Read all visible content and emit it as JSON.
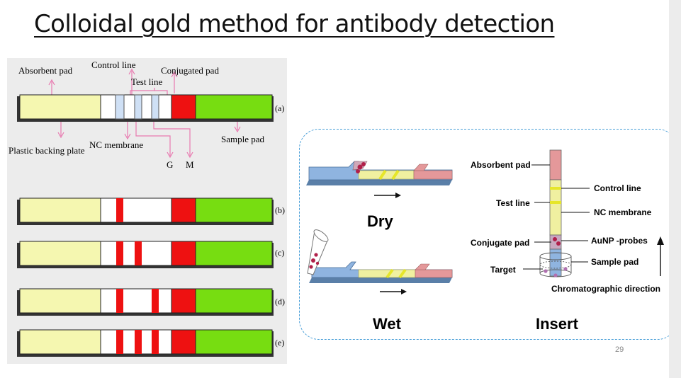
{
  "slide": {
    "title": "Colloidal gold method for antibody detection",
    "page_number": "29"
  },
  "left_diagram": {
    "labels": {
      "absorbent_pad": "Absorbent pad",
      "control_line": "Control line",
      "test_line": "Test line",
      "conjugated_pad": "Conjugated pad",
      "plastic_backing_plate": "Plastic backing plate",
      "nc_membrane": "NC membrane",
      "sample_pad": "Sample pad",
      "g": "G",
      "m": "M"
    },
    "strip_tags": [
      "(a)",
      "(b)",
      "(c)",
      "(d)",
      "(e)"
    ],
    "colors": {
      "absorbent": "#f5f7b0",
      "conjugate": "#ee1111",
      "sample": "#77dd11",
      "line_blue": "#cfe0f5",
      "line_red": "#ee1111",
      "pointer": "#e87ab0"
    }
  },
  "right_diagram": {
    "captions": {
      "dry": "Dry",
      "wet": "Wet",
      "insert": "Insert"
    },
    "labels": {
      "absorbent_pad": "Absorbent pad",
      "control_line": "Control line",
      "test_line": "Test line",
      "nc_membrane": "NC membrane",
      "conjugate_pad": "Conjugate pad",
      "aunp_probes": "AuNP -probes",
      "sample_pad": "Sample pad",
      "target": "Target",
      "chromatographic_direction": "Chromatographic direction"
    },
    "colors": {
      "frame": "#4a9fd8",
      "blue_pad": "#8fb4e0",
      "yellow_membrane": "#f0f0a0",
      "pink_pad": "#e4989a",
      "line_yellow": "#e6e62a",
      "probe": "#b0204a"
    }
  }
}
